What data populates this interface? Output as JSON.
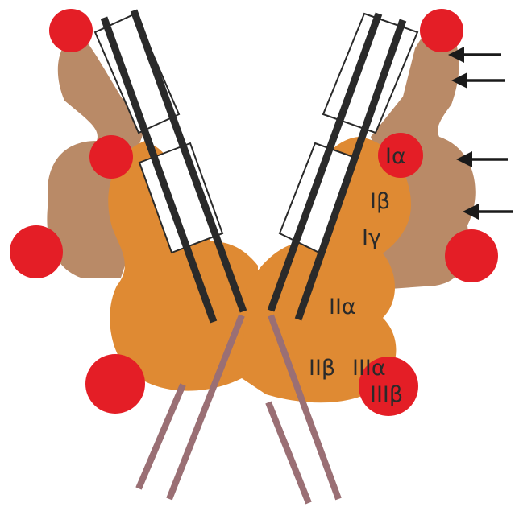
{
  "colors": {
    "background": "#ffffff",
    "outer_lobe": "#b98a67",
    "inner_body": "#df8a33",
    "red_node": "#e41e26",
    "dark_node_shadow": "#b51218",
    "helix_dark": "#2a2a2a",
    "white_box": "#ffffff",
    "tail": "#9a6f74",
    "arrow": "#1a1a1a"
  },
  "labels": {
    "ia": "Iα",
    "ib": "Iβ",
    "ig": "Iγ",
    "iia": "IIα",
    "iib": "IIβ",
    "iiia": "IIIα",
    "iiib": "IIIβ"
  },
  "arrows": {
    "count": 4,
    "direction": "left"
  }
}
